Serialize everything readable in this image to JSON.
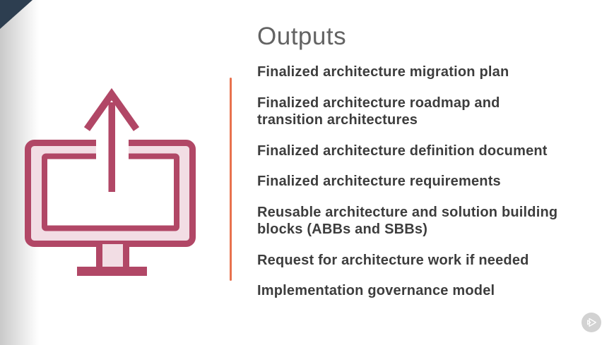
{
  "slide": {
    "title": "Outputs",
    "items": [
      {
        "text": "Finalized architecture migration plan"
      },
      {
        "text": "Finalized architecture roadmap and\ntransition architectures"
      },
      {
        "text": "Finalized architecture definition document"
      },
      {
        "text": "Finalized architecture requirements"
      },
      {
        "text": "Reusable architecture and solution building\nblocks (ABBs and SBBs)"
      },
      {
        "text": "Request for architecture work if needed"
      },
      {
        "text": "Implementation governance model"
      }
    ]
  },
  "icons": {
    "monitor_upload": "upload-monitor-icon",
    "play_logo": "play-logo-icon",
    "corner_accent": "corner-triangle"
  },
  "colors": {
    "accent_maroon": "#b14766",
    "accent_pink": "#f2dde4",
    "divider_orange": "#e8724e",
    "title_gray": "#636363",
    "text_charcoal": "#3d3d3d",
    "corner_navy": "#2d3e50",
    "play_circle_gray": "#d2d2d2",
    "play_glyph_white": "#ffffff"
  }
}
